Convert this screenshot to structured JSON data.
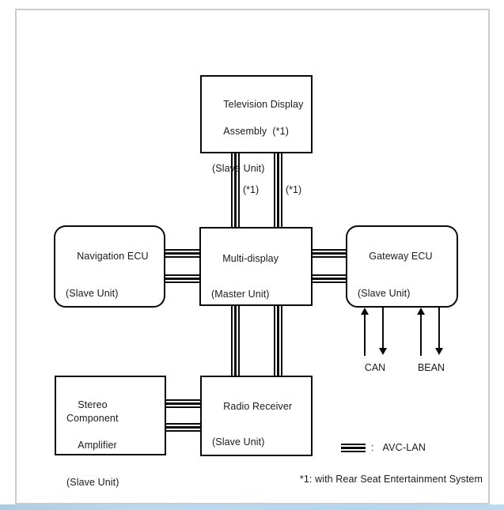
{
  "diagram": {
    "nodes": {
      "tv": {
        "title1": "Television Display",
        "title2": "Assembly  (*1)",
        "sub": "(Slave Unit)"
      },
      "nav": {
        "title1": "Navigation ECU",
        "sub": "(Slave Unit)"
      },
      "multi": {
        "title1": "Multi-display",
        "sub": "(Master Unit)"
      },
      "gateway": {
        "title1": "Gateway ECU",
        "sub": "(Slave Unit)"
      },
      "stereo": {
        "title1": "Stereo Component",
        "title2": "Amplifier",
        "sub": "(Slave Unit)"
      },
      "radio": {
        "title1": "Radio Receiver",
        "sub": "(Slave Unit)"
      }
    },
    "connector_labels": {
      "star1_left": "(*1)",
      "star1_right": "(*1)"
    },
    "bus_labels": {
      "can": "CAN",
      "bean": "BEAN"
    },
    "legend": {
      "colon": ":",
      "label": "AVC-LAN"
    },
    "footnote": "*1: with Rear Seat Entertainment System",
    "colors": {
      "line_black": "#0a0a0a",
      "frame_gray": "#cbcbcb",
      "accent_strip_blue": "#b4d6ee"
    }
  }
}
